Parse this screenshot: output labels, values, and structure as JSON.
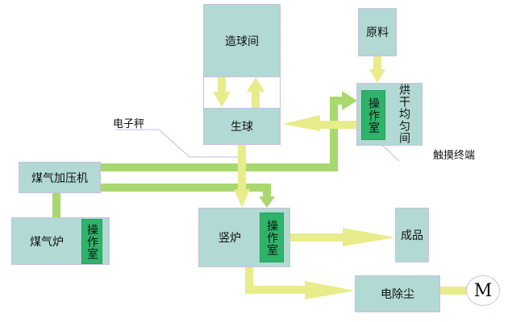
{
  "nodes": {
    "pelletizing_room": "造球间",
    "green_ball": "生球",
    "raw_material": "原料",
    "drying_mixing_room": "烘干均匀间",
    "gas_compressor": "煤气加压机",
    "gas_furnace": "煤气炉",
    "shaft_furnace": "竖炉",
    "finished_product": "成品",
    "electrostatic_precipitator": "电除尘",
    "motor": "M"
  },
  "operation_room": "操作室",
  "annotations": {
    "electronic_scale": "电子秤",
    "touch_terminal": "触摸终端"
  },
  "colors": {
    "box_fill": "#b2d9d3",
    "box_border": "#c8c0e0",
    "operation_room": "#2fb36a",
    "material_flow": "#e8ec8a",
    "gas_flow": "#a8d86e",
    "leader_line": "#c0b8e0"
  }
}
